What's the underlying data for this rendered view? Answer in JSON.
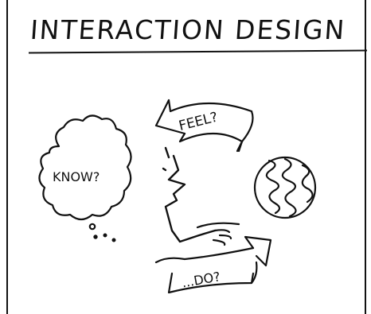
{
  "title": "INTERACTION DESIGN",
  "labels": {
    "feel": "FEEL?",
    "know": "KNOW?",
    "do": "...DO?"
  },
  "icons": [
    "thought-cloud-icon",
    "head-profile-icon",
    "pointing-hand-icon",
    "globe-icon",
    "arrow-left-icon",
    "arrow-right-icon"
  ],
  "colors": {
    "ink": "#111111",
    "paper": "#ffffff"
  }
}
